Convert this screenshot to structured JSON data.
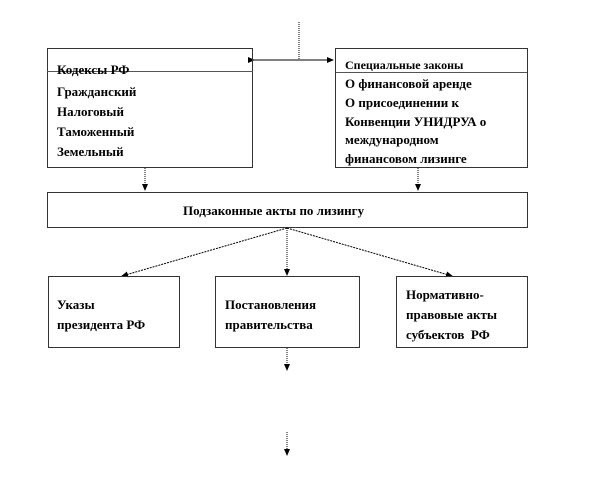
{
  "codes_box": {
    "title": "Кодексы РФ",
    "items": [
      "Гражданский",
      "Налоговый",
      "Таможенный",
      "Земельный"
    ]
  },
  "special_laws_box": {
    "title": "Специальные законы",
    "lines": [
      "О финансовой аренде",
      "О присоединении к",
      "Конвенции УНИДРУА о",
      "международном",
      "финансовом лизинге"
    ]
  },
  "bylaws_box": {
    "title": "Подзаконные акты по лизингу"
  },
  "decrees_box": {
    "lines": [
      "Указы",
      "президента РФ"
    ]
  },
  "government_box": {
    "lines": [
      "Постановления",
      "правительства"
    ]
  },
  "regional_box": {
    "lines": [
      "Нормативно-",
      "правовые акты",
      "субъектов  РФ"
    ]
  }
}
